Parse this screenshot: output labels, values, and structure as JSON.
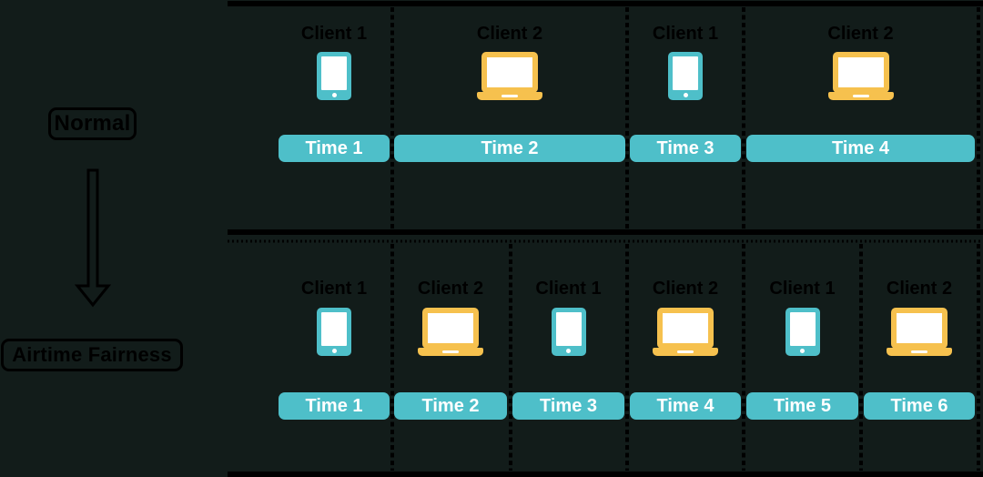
{
  "colors": {
    "background": "#121c1a",
    "teal": "#4ebfc9",
    "amber": "#f6c14e",
    "line_black": "#000000",
    "bar_text": "#ffffff",
    "label_text": "#000000"
  },
  "left_panel": {
    "top_label": "Normal",
    "bottom_label": "Airtime Fairness",
    "arrow_icon": "down-arrow-icon"
  },
  "rows": [
    {
      "name": "normal",
      "slots": [
        {
          "client": "Client 1",
          "device_icon": "tablet-icon",
          "time": "Time 1"
        },
        {
          "client": "Client 2",
          "device_icon": "laptop-icon",
          "time": "Time 2"
        },
        {
          "client": "Client 1",
          "device_icon": "tablet-icon",
          "time": "Time 3"
        },
        {
          "client": "Client 2",
          "device_icon": "laptop-icon",
          "time": "Time 4"
        }
      ]
    },
    {
      "name": "airtime-fairness",
      "slots": [
        {
          "client": "Client 1",
          "device_icon": "tablet-icon",
          "time": "Time 1"
        },
        {
          "client": "Client 2",
          "device_icon": "laptop-icon",
          "time": "Time 2"
        },
        {
          "client": "Client 1",
          "device_icon": "tablet-icon",
          "time": "Time 3"
        },
        {
          "client": "Client 2",
          "device_icon": "laptop-icon",
          "time": "Time 4"
        },
        {
          "client": "Client 1",
          "device_icon": "tablet-icon",
          "time": "Time 5"
        },
        {
          "client": "Client 2",
          "device_icon": "laptop-icon",
          "time": "Time 6"
        }
      ]
    }
  ]
}
